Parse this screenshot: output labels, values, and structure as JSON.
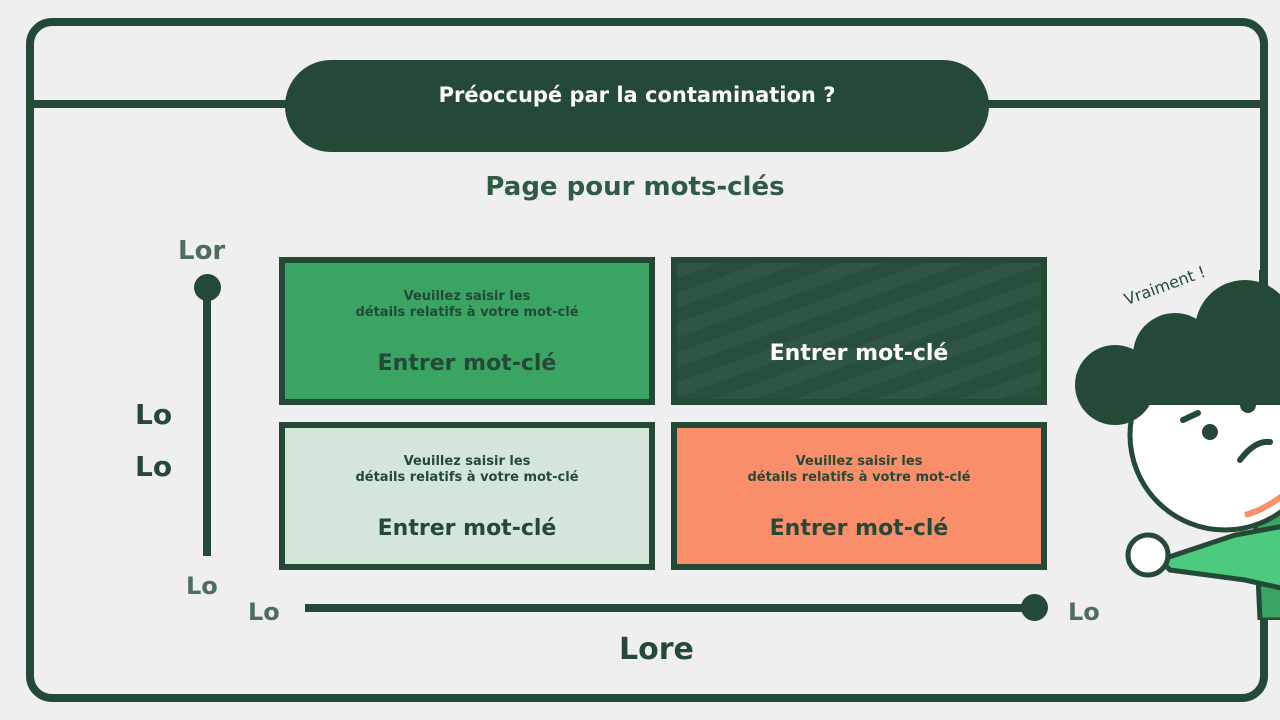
{
  "header": {
    "title": "Préoccupé par la contamination ?"
  },
  "subtitle": "Page pour mots-clés",
  "quadrants": [
    {
      "description_line1": "Veuillez saisir les",
      "description_line2": "détails relatifs à votre mot-clé",
      "label": "Entrer mot-clé",
      "color": "#3aa463"
    },
    {
      "label": "Entrer mot-clé",
      "color": "#244a37"
    },
    {
      "description_line1": "Veuillez saisir les",
      "description_line2": "détails relatifs à votre mot-clé",
      "label": "Entrer mot-clé",
      "color": "#d4e6d9"
    },
    {
      "description_line1": "Veuillez saisir les",
      "description_line2": "détails relatifs à votre mot-clé",
      "label": "Entrer mot-clé",
      "color": "#fb8e6a"
    }
  ],
  "axes": {
    "y_top": "Lor",
    "y_title_1": "Lo",
    "y_title_2": "Lo",
    "y_bottom": "Lo",
    "x_left": "Lo",
    "x_right": "Lo",
    "x_title": "Lore"
  },
  "character": {
    "speech": "Vraiment !"
  }
}
